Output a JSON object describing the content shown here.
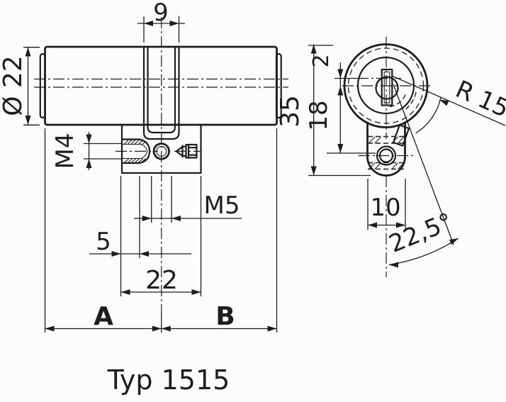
{
  "drawing": {
    "title": "Typ 1515",
    "left_view": {
      "dim_slot_width": "9",
      "dim_diameter": "Ø 22",
      "dim_side_thread": "M4",
      "dim_center_thread": "M5",
      "dim_thread_depth": "5",
      "dim_lug_width": "22",
      "dim_length_a": "A",
      "dim_length_b": "B"
    },
    "right_view": {
      "dim_axis_offset": "2",
      "dim_total_height": "35",
      "dim_center_to_hole": "18",
      "dim_cam_radius": "R 15",
      "dim_lug_width": "10",
      "dim_cam_angle": "22,5°"
    },
    "colors": {
      "line": "#1d1d1d",
      "background": "#fcfcfc"
    }
  }
}
